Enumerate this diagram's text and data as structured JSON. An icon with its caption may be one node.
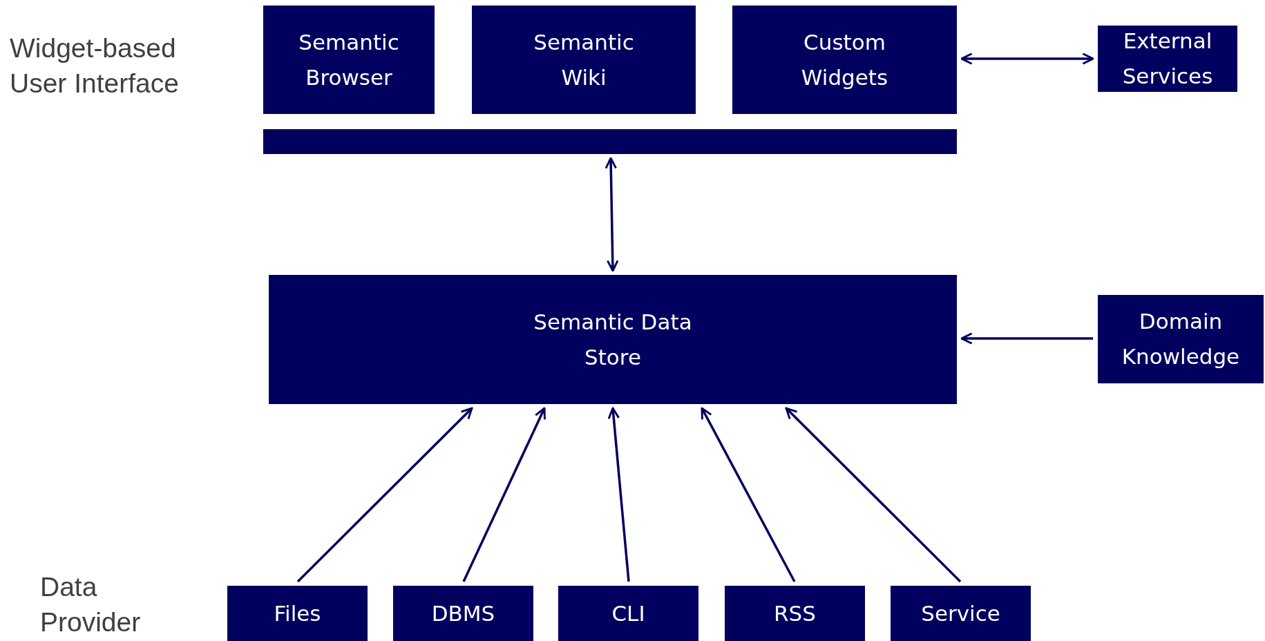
{
  "diagram": {
    "nodes": [
      {
        "text": [
          "Semantic Browser"
        ]
      },
      {
        "text": [
          "Semantic Wiki"
        ]
      },
      {
        "text": [
          "Custom Widgets"
        ]
      },
      {
        "text": [
          "External Services"
        ]
      },
      {
        "text": [],
        "shape": "bar"
      },
      {
        "text": [
          "Semantic Data Store"
        ]
      },
      {
        "text": [
          "Domain Knowledge"
        ]
      },
      {
        "text": [
          "Files"
        ]
      },
      {
        "text": [
          "DBMS"
        ]
      },
      {
        "text": [
          "CLI"
        ]
      },
      {
        "text": [
          "RSS"
        ]
      },
      {
        "text": [
          "Service"
        ]
      }
    ],
    "edges": [
      {
        "from": 2,
        "to": 3,
        "arrow": "both"
      },
      {
        "from": 4,
        "to": 5,
        "arrow": "both"
      },
      {
        "from": 6,
        "to": 5,
        "arrow": "to"
      },
      {
        "from": 7,
        "to": 5,
        "arrow": "to"
      },
      {
        "from": 8,
        "to": 5,
        "arrow": "to"
      },
      {
        "from": 9,
        "to": 5,
        "arrow": "to"
      },
      {
        "from": 10,
        "to": 5,
        "arrow": "to"
      },
      {
        "from": 11,
        "to": 5,
        "arrow": "to"
      }
    ],
    "labels": [
      "Widget-based User Interface",
      "Data Provider"
    ]
  }
}
